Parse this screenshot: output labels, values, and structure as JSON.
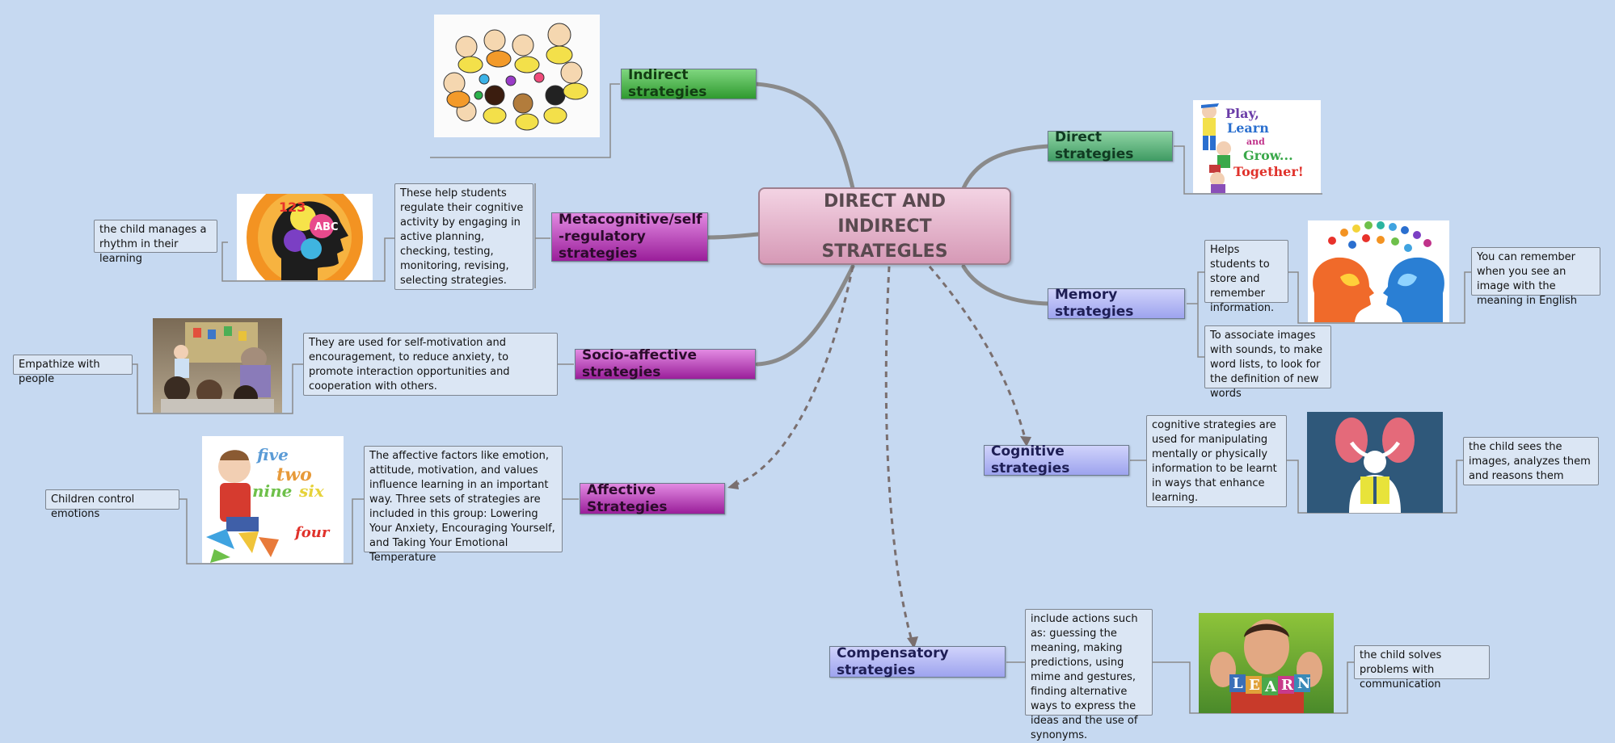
{
  "central": "DIRECT AND INDIRECT STRATEGLES",
  "topics": {
    "indirect": "Indirect strategies",
    "metacognitive": "Metacognitive/self -regulatory strategies",
    "socio_affective": "Socio-affective strategies",
    "affective": "Affective Strategies",
    "direct": "Direct strategies",
    "memory": "Memory strategies",
    "cognitive": "Cognitive strategies",
    "compensatory": "Compensatory strategies"
  },
  "notes": {
    "metacognitive_desc": "These help students regulate their cognitive activity by engaging in active planning, checking, testing, monitoring, revising, selecting strategies.",
    "metacognitive_child": "the child manages a rhythm in their learning",
    "socio_desc": "They are used for self-motivation and encouragement, to reduce anxiety, to promote interaction opportunities and cooperation with others.",
    "socio_child": "Empathize with people",
    "affective_desc": "The affective factors like emotion, attitude, motivation, and values influence learning in an important way. Three sets of strategies are included in this group: Lowering Your Anxiety, Encouraging Yourself, and Taking Your Emotional Temperature",
    "affective_child": "Children control emotions",
    "memory_desc1": "Helps students to store and remember information.",
    "memory_desc2": "To associate images with sounds, to make word lists, to look for the definition of new words",
    "memory_child": "You can remember when you see an image with the meaning in English",
    "cognitive_desc": "cognitive strategies are used for manipulating mentally or physically information to be learnt in ways that enhance learning.",
    "cognitive_child": "the child sees the images, analyzes them and reasons them",
    "compensatory_desc": "include actions such as: guessing the meaning, making predictions, using mime and gestures, finding alternative ways to express the ideas and the use of synonyms.",
    "compensatory_child": "the child solves problems with communication"
  },
  "images": {
    "direct_logo_lines": [
      "Play,",
      "Learn",
      "and",
      "Grow...",
      "Together!"
    ],
    "brain_digits": "123",
    "brain_letters": "ABC",
    "number_words": [
      "five",
      "two",
      "nine",
      "six",
      "four"
    ],
    "blocks_letters": [
      "L",
      "E",
      "A",
      "R",
      "N"
    ]
  },
  "colors": {
    "background": "#c6d9f1",
    "connector": "#8a8a8a",
    "dashed_connector": "#7a6f6f"
  }
}
